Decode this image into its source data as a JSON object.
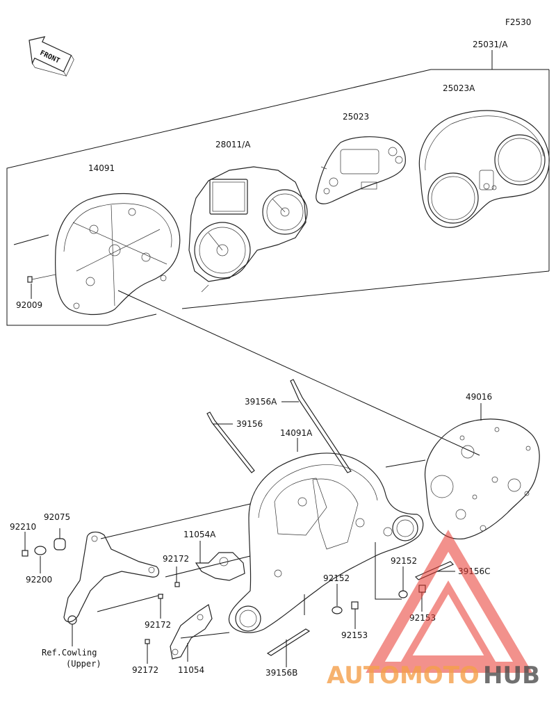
{
  "figure_code": "F2530",
  "front_arrow_label": "FRONT",
  "parts": {
    "p25031A": "25031/A",
    "p25023A": "25023A",
    "p25023": "25023",
    "p28011A": "28011/A",
    "p14091": "14091",
    "p92009": "92009",
    "p39156A": "39156A",
    "p39156": "39156",
    "p14091A": "14091A",
    "p49016": "49016",
    "p92210": "92210",
    "p92075": "92075",
    "p92200": "92200",
    "p11054A": "11054A",
    "p92172a": "92172",
    "p92172b": "92172",
    "p92172c": "92172",
    "p11054": "11054",
    "p92152a": "92152",
    "p92152b": "92152",
    "p39156C": "39156C",
    "p92153a": "92153",
    "p92153b": "92153",
    "p39156B": "39156B",
    "ref_line1": "Ref.Cowling",
    "ref_line2": "(Upper)"
  },
  "watermark": {
    "part1": "AUTOMOTO",
    "part2": "HUB",
    "color1": "#f5a04a",
    "color2": "#4d4d4d",
    "logo_color": "#e8382f"
  }
}
